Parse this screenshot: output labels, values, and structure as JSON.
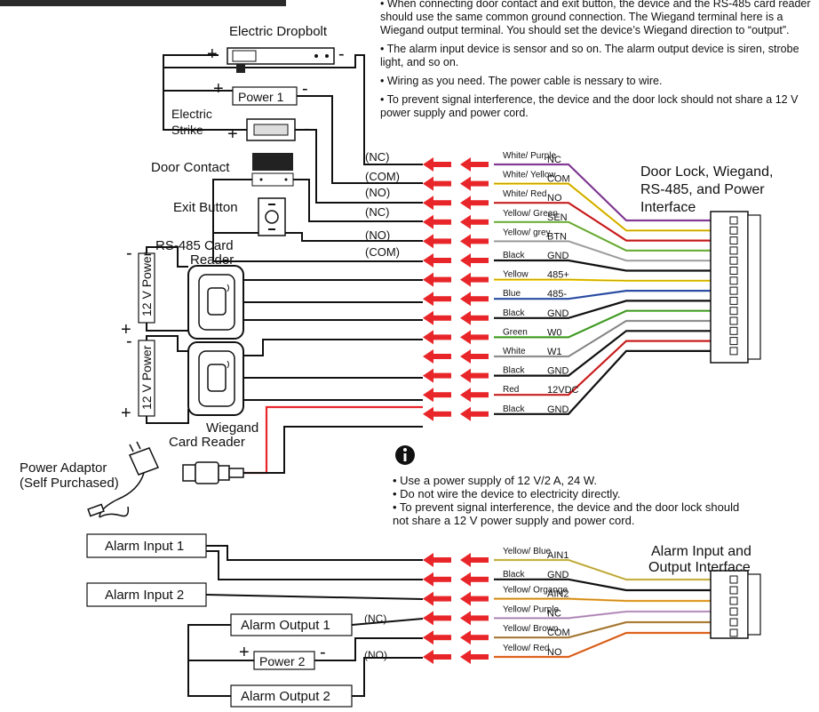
{
  "top_notes": [
    "• When connecting door contact and exit button, the device and the RS-485 card reader should use the same common ground connection. The Wiegand terminal here is a Wiegand output terminal. You should set the device’s Wiegand direction to “output”.",
    "• The alarm input device is sensor and so on. The alarm output device is siren, strobe light, and so on.",
    "• Wiring as you need. The power cable is nessary to wire.",
    "• To prevent signal interference, the device and the door lock should not share a 12 V power supply and power cord."
  ],
  "devices": {
    "electric_dropbolt": "Electric Dropbolt",
    "power1": "Power 1",
    "electric_strike_line1": "Electric",
    "electric_strike_line2": "Strike",
    "door_contact": "Door Contact",
    "exit_button": "Exit Button",
    "rs485_reader_line1": "RS-485 Card",
    "rs485_reader_line2": "Reader",
    "power_12v_a": "12 V Power",
    "power_12v_b": "12 V Power",
    "wiegand_reader_line1": "Wiegand",
    "wiegand_reader_line2": "Card Reader",
    "power_adaptor_line1": "Power Adaptor",
    "power_adaptor_line2": "(Self Purchased)",
    "alarm_input_1": "Alarm Input 1",
    "alarm_input_2": "Alarm Input 2",
    "alarm_output_1": "Alarm Output 1",
    "alarm_output_2": "Alarm Output 2",
    "power2": "Power 2"
  },
  "signs": {
    "plus": "+",
    "minus": "-"
  },
  "wire_tags": [
    "(NC)",
    "(COM)",
    "(NO)",
    "(NC)",
    "(NO)",
    "(COM)"
  ],
  "alarm_tags": [
    "(NC)",
    "(NO)"
  ],
  "main_terminals": [
    {
      "color_label": "White/ Purple",
      "pin": "NC",
      "color": "#8e3fa0"
    },
    {
      "color_label": "White/ Yellow",
      "pin": "COM",
      "color": "#f0c800"
    },
    {
      "color_label": "White/ Red",
      "pin": "NO",
      "color": "#e02020"
    },
    {
      "color_label": "Yellow/ Green",
      "pin": "SEN",
      "color": "#7cc242"
    },
    {
      "color_label": "Yellow/ grey",
      "pin": "BTN",
      "color": "#b5b5b5"
    },
    {
      "color_label": "Black",
      "pin": "GND",
      "color": "#111111"
    },
    {
      "color_label": "Yellow",
      "pin": "485+",
      "color": "#f5d000"
    },
    {
      "color_label": "Blue",
      "pin": "485-",
      "color": "#2f55b5"
    },
    {
      "color_label": "Black",
      "pin": "GND",
      "color": "#111111"
    },
    {
      "color_label": "Green",
      "pin": "W0",
      "color": "#4caf2a"
    },
    {
      "color_label": "White",
      "pin": "W1",
      "color": "#9a9a9a"
    },
    {
      "color_label": "Black",
      "pin": "GND",
      "color": "#111111"
    },
    {
      "color_label": "Red",
      "pin": "12VDC",
      "color": "#e02020"
    },
    {
      "color_label": "Black",
      "pin": "GND",
      "color": "#111111"
    }
  ],
  "main_interface_title": [
    "Door Lock, Wiegand,",
    "RS-485, and Power",
    "Interface"
  ],
  "info_notes": [
    "• Use a power supply of 12 V/2 A, 24 W.",
    "• Do not wire the device to electricity directly.",
    "• To prevent signal interference, the device and the door lock should",
    "not share a 12 V power supply and power cord."
  ],
  "alarm_terminals": [
    {
      "color_label": "Yellow/ Blue",
      "pin": "AIN1",
      "color": "#d8c04a"
    },
    {
      "color_label": "Black",
      "pin": "GND",
      "color": "#111111"
    },
    {
      "color_label": "Yellow/ Organge",
      "pin": "AIN2",
      "color": "#f2a62a"
    },
    {
      "color_label": "Yellow/ Purple",
      "pin": "NC",
      "color": "#c9a0d0"
    },
    {
      "color_label": "Yellow/ Brown",
      "pin": "COM",
      "color": "#b8863b"
    },
    {
      "color_label": "Yellow/ Red",
      "pin": "NO",
      "color": "#ef6a1e"
    }
  ],
  "alarm_interface_title": [
    "Alarm Input and",
    "Output Interface"
  ],
  "info_icon": "info-icon",
  "arrow_color": "#e8262a"
}
